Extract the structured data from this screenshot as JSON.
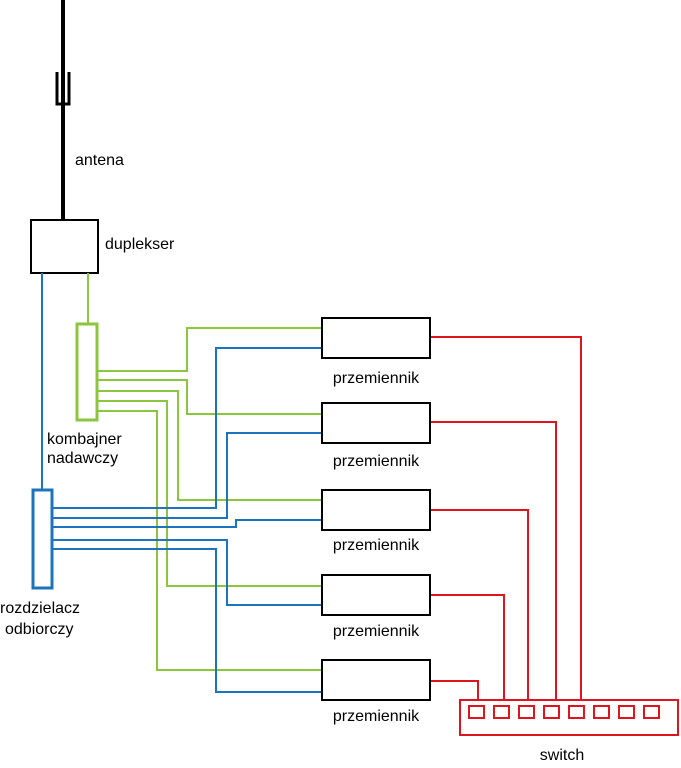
{
  "labels": {
    "antenna": "antena",
    "duplexer": "duplekser",
    "combiner_line1": "kombajner",
    "combiner_line2": "nadawczy",
    "splitter_line1": "rozdzielacz",
    "splitter_line2": "odbiorczy",
    "repeaters": [
      "przemiennik",
      "przemiennik",
      "przemiennik",
      "przemiennik",
      "przemiennik"
    ],
    "switch": "switch"
  },
  "colors": {
    "antenna": "#000000",
    "tx_line": "#8cc63f",
    "rx_line": "#1c75bc",
    "network_line": "#e0141e"
  },
  "switch_ports": 8
}
